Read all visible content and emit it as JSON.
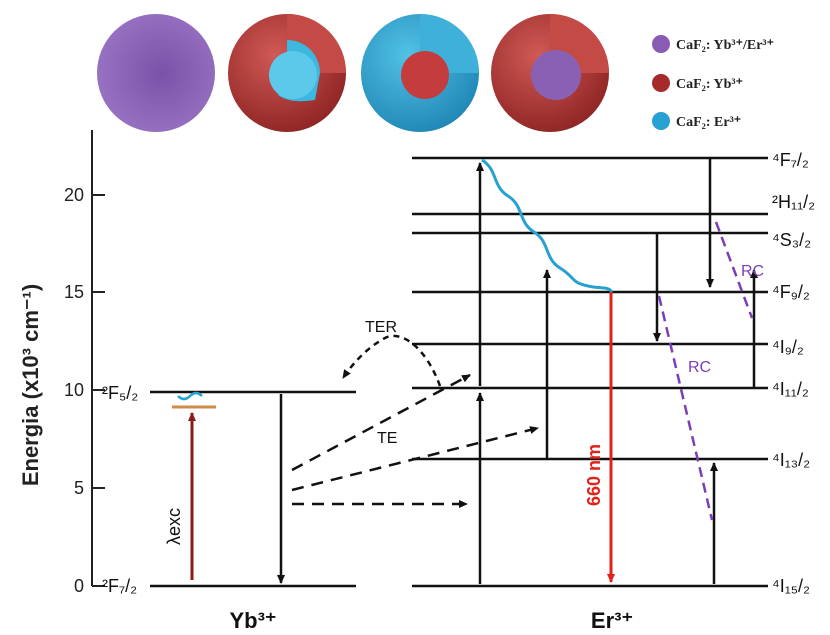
{
  "legend": [
    {
      "label": "CaF₂: Yb³⁺/Er³⁺",
      "color": "#8a5bb5"
    },
    {
      "label": "CaF₂: Yb³⁺",
      "color": "#a52a2a"
    },
    {
      "label": "CaF₂: Er³⁺",
      "color": "#27a0d2"
    }
  ],
  "axis": {
    "title": "Energia (x10³ cm⁻¹)",
    "ticks": [
      "0",
      "5",
      "10",
      "15",
      "20"
    ]
  },
  "yb": {
    "ion": "Yb³⁺",
    "levels": [
      "²F₇/₂",
      "²F₅/₂"
    ],
    "excitation": "λexc"
  },
  "er": {
    "ion": "Er³⁺",
    "levels": [
      "⁴F₇/₂",
      "²H₁₁/₂",
      "⁴S₃/₂",
      "⁴F₉/₂",
      "⁴I₉/₂",
      "⁴I₁₁/₂",
      "⁴I₁₃/₂",
      "⁴I₁₅/₂"
    ],
    "emission": "660 nm"
  },
  "annotations": {
    "ter": "TER",
    "te": "TE",
    "rc": "RC"
  },
  "colors": {
    "purple": "#8a5bb5",
    "red_shell": "#a52a2a",
    "blue": "#27a0d2",
    "emission_red": "#e0221b",
    "excitation_arrow": "#8b1a1a",
    "rc_dash": "#7a3fb8"
  }
}
